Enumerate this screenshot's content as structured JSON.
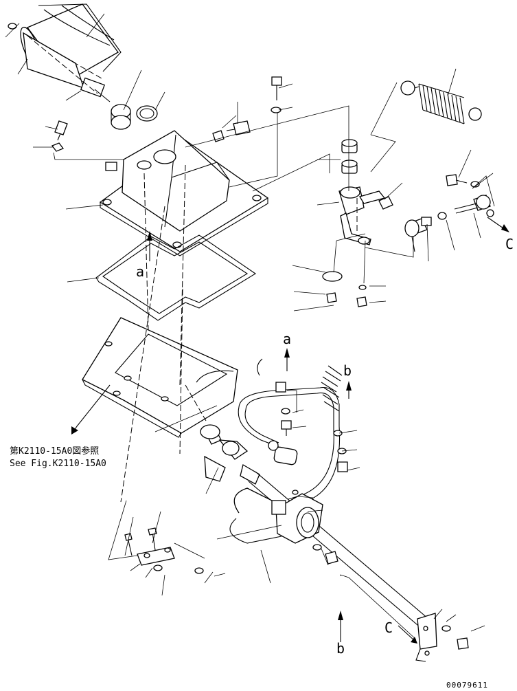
{
  "labels": {
    "a_top": "a",
    "a_left": "a",
    "b_top": "b",
    "b_bottom": "b",
    "c_right": "C",
    "c_bottom": "C"
  },
  "reference": {
    "line_jp": "第K2110-15A0図参照",
    "line_en": "See Fig.K2110-15A0"
  },
  "drawing_id": "00079611"
}
